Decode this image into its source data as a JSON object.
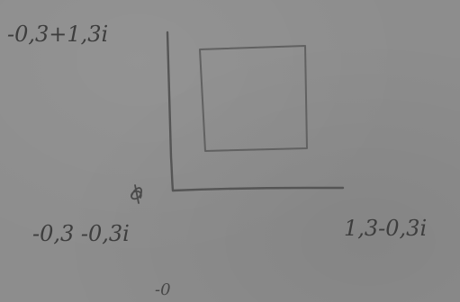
{
  "labels": {
    "top_left": "-0,3+1,3i",
    "bottom_left": "-0,3 -0,3i",
    "bottom_right": "1,3-0,3i",
    "bottom_center": "-0"
  },
  "colors": {
    "paper": "#8d8d8d",
    "pencil": "#3d3d3d"
  }
}
